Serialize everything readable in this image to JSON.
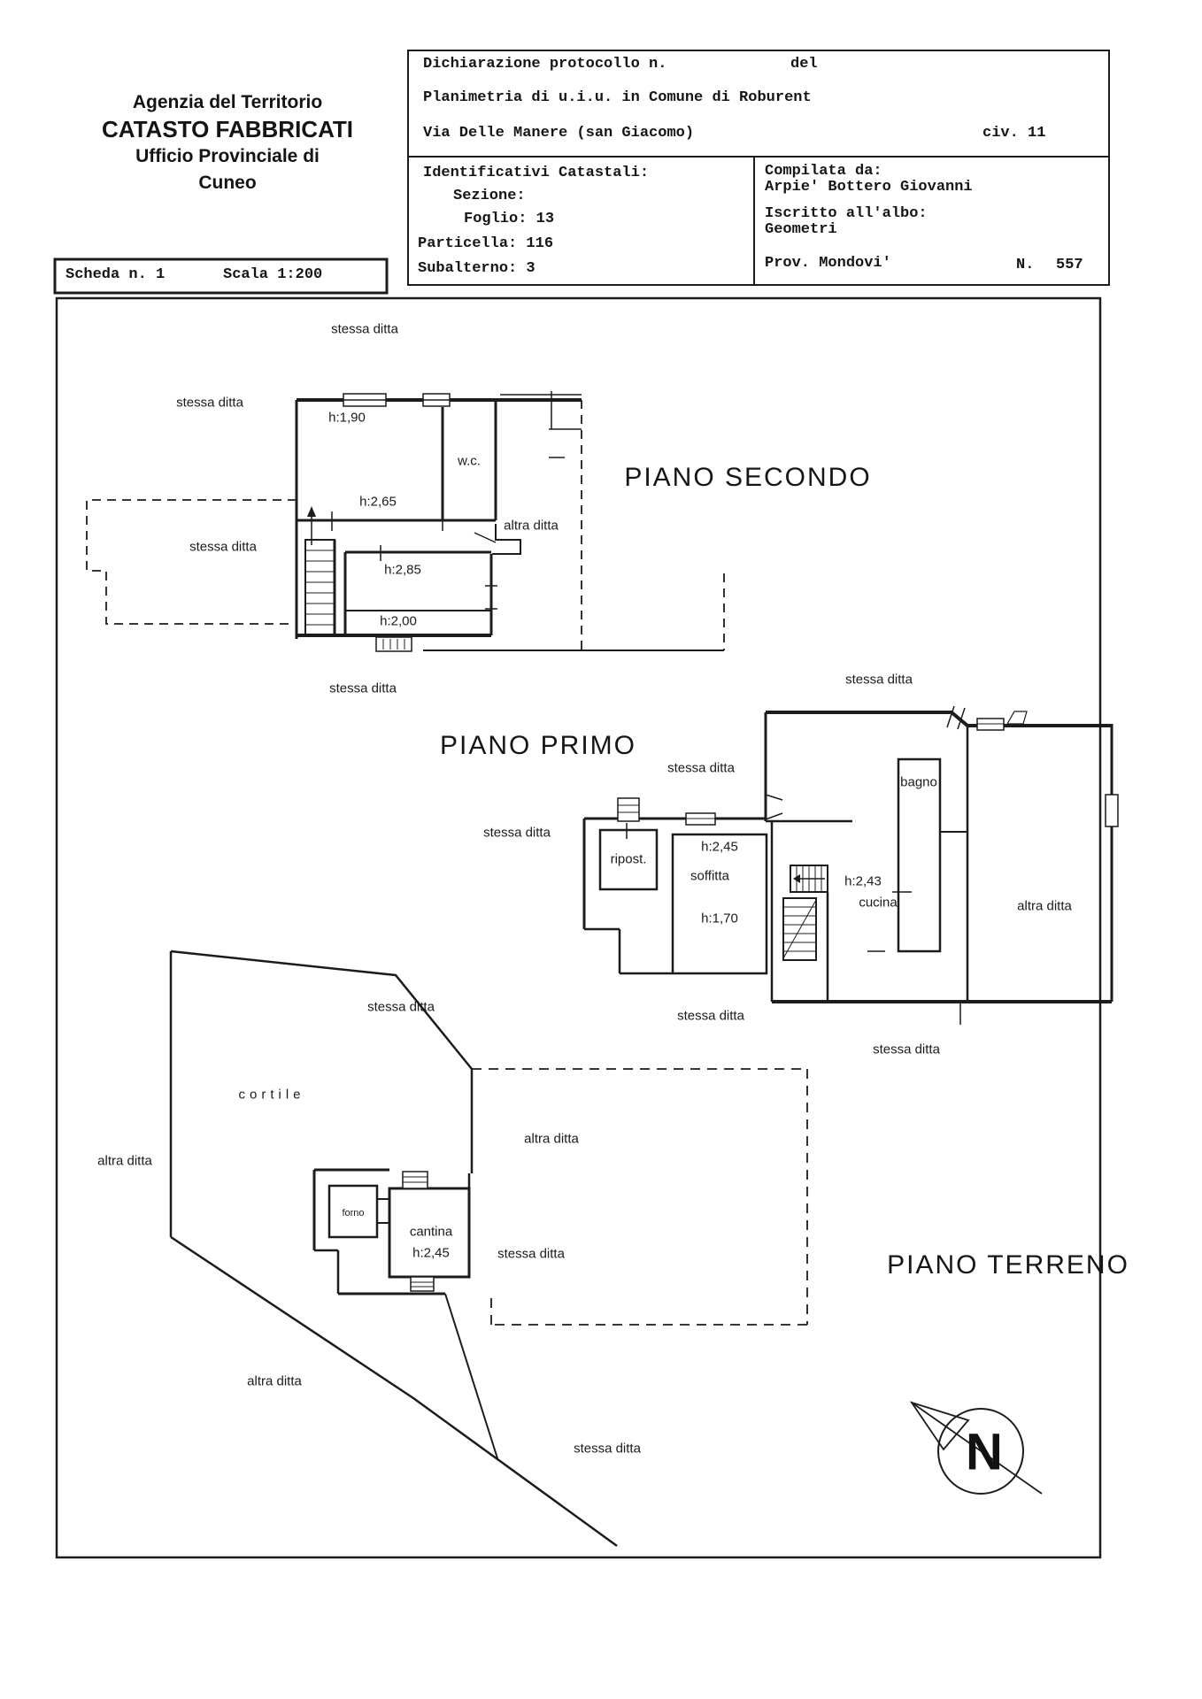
{
  "strings": {
    "stessa_ditta": "stessa ditta",
    "altra_ditta": "altra ditta"
  },
  "header": {
    "line1": "Agenzia del Territorio",
    "line2": "CATASTO FABBRICATI",
    "line3": "Ufficio Provinciale di",
    "line4": "Cuneo"
  },
  "protocol": {
    "dichiarazione": "Dichiarazione protocollo n.",
    "del": "del",
    "planimetria": "Planimetria di u.i.u. in Comune di Roburent",
    "via": "Via Delle Manere (san Giacomo)",
    "civ": "civ. 11",
    "identificativi": "Identificativi Catastali:",
    "sezione": "Sezione:",
    "foglio": "Foglio: 13",
    "particella": "Particella: 116",
    "subalterno": "Subalterno: 3",
    "compilata": "Compilata da:",
    "compilata_nome": "Arpie' Bottero Giovanni",
    "albo": "Iscritto all'albo:",
    "albo_valore": "Geometri",
    "prov": "Prov. Mondovi'",
    "n_label": "N.",
    "n_value": "557"
  },
  "scheda": {
    "numero": "Scheda n. 1",
    "scala": "Scala 1:200"
  },
  "piano_secondo": {
    "title": "PIANO SECONDO",
    "h190": "h:1,90",
    "wc": "w.c.",
    "h265": "h:2,65",
    "h285": "h:2,85",
    "h200": "h:2,00"
  },
  "piano_primo": {
    "title": "PIANO PRIMO",
    "bagno": "bagno",
    "ripost": "ripost.",
    "h245": "h:2,45",
    "soffitta": "soffitta",
    "h170": "h:1,70",
    "h243": "h:2,43",
    "cucina": "cucina"
  },
  "piano_terreno": {
    "title": "PIANO TERRENO",
    "cortile": "cortile",
    "forno": "forno",
    "cantina": "cantina",
    "h245": "h:2,45",
    "compass": "N"
  }
}
